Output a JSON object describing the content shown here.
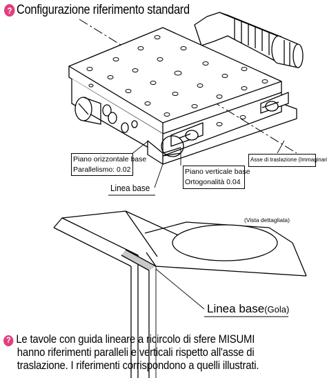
{
  "title": "Configurazione riferimento standard",
  "icons": {
    "note": "info-pin-icon"
  },
  "colors": {
    "note_icon": "#e23e7e",
    "guide_highlight": "#c9c9c9"
  },
  "labels": {
    "horizontal_base_title": "Piano orizzontale base",
    "horizontal_base_value": "Parallelismo: 0.02",
    "base_line": "Linea base",
    "axis_label": "Asse di traslazione (Immaginario)",
    "vertical_base_title": "Piano verticale base",
    "vertical_base_value": "Ortogonalità 0.04",
    "detail_view": "(Vista dettagliata)",
    "base_line_groove": "Linea base",
    "groove": "(Gola)"
  },
  "footer": {
    "line1": "Le tavole con guida lineare a ricircolo di sfere MISUMI",
    "line2": "hanno riferimenti paralleli e verticali rispetto all'asse di",
    "line3": "traslazione. I riferimenti corrispondono a quelli illustrati."
  }
}
